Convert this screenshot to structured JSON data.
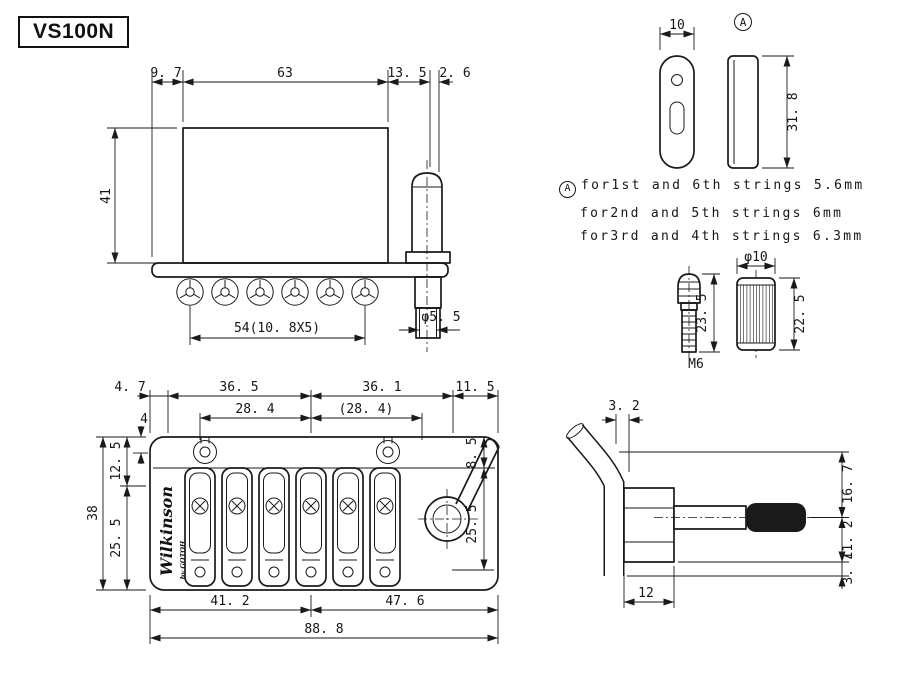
{
  "title": "VS100N",
  "front_view": {
    "d_9_7": "9. 7",
    "d_63": "63",
    "d_13_5": "13. 5",
    "d_2_6": "2. 6",
    "d_41": "41",
    "d_54": "54(10. 8X5)",
    "d_phi_5_5": "φ5. 5"
  },
  "saddle_view": {
    "d_10": "10",
    "marker": "A",
    "d_31_8": "31. 8"
  },
  "note": {
    "marker": "A",
    "line1": "for1st and 6th strings 5.6mm",
    "line2": "for2nd and 5th strings 6mm",
    "line3": "for3rd and 4th strings 6.3mm"
  },
  "arm_tip_view": {
    "d_23_5": "23. 5",
    "thread": "M6"
  },
  "knob_view": {
    "d_phi_10": "φ10",
    "d_22_5": "22. 5"
  },
  "top_view": {
    "d_4_7": "4. 7",
    "d_36_5": "36. 5",
    "d_36_1": "36. 1",
    "d_11_5": "11. 5",
    "d_28_4": "28. 4",
    "d_28_4_ref": "(28. 4)",
    "d_4": "4",
    "d_12_5": "12. 5",
    "d_38": "38",
    "d_25_5_left": "25. 5",
    "d_8_5": "8. 5",
    "d_25_5_right": "25. 5",
    "d_41_2": "41. 2",
    "d_47_6": "47. 6",
    "d_88_8": "88. 8",
    "logo": "Wilkinson",
    "logo_sub": "by GOTOH"
  },
  "arm_side_view": {
    "d_3_2": "3. 2",
    "d_16_7": "16. 7",
    "d_11_2": "11. 2",
    "d_3_7": "3. 7",
    "d_12": "12"
  }
}
